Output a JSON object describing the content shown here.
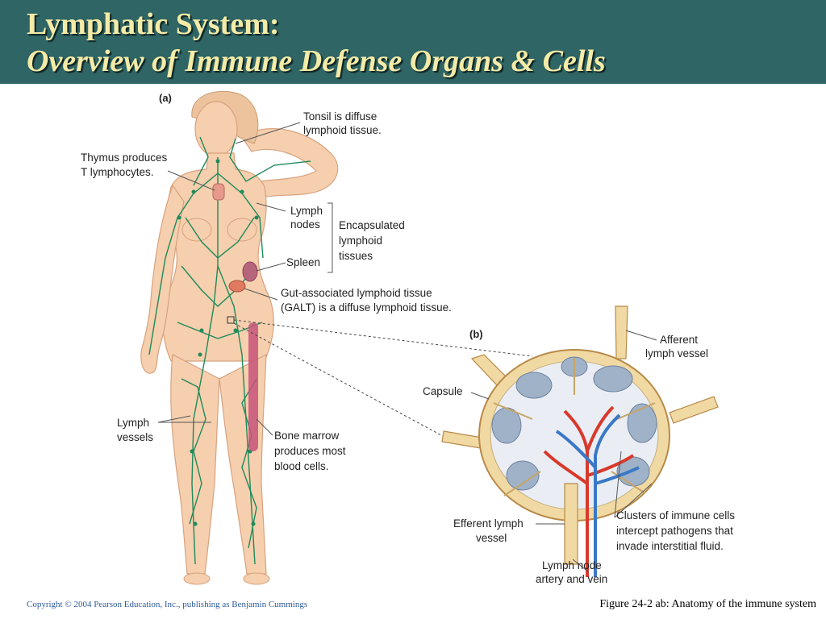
{
  "title": {
    "line1": "Lymphatic System:",
    "line2": "Overview of Immune Defense Organs & Cells"
  },
  "panel_a": {
    "letter": "(a)",
    "labels": {
      "tonsil": [
        "Tonsil is diffuse",
        "lymphoid tissue."
      ],
      "thymus": [
        "Thymus produces",
        "T lymphocytes."
      ],
      "lymph_nodes": [
        "Lymph",
        "nodes"
      ],
      "encapsulated": [
        "Encapsulated",
        "lymphoid",
        "tissues"
      ],
      "spleen": "Spleen",
      "galt": [
        "Gut-associated lymphoid tissue",
        "(GALT) is a diffuse lymphoid tissue."
      ],
      "lymph_vessels": [
        "Lymph",
        "vessels"
      ],
      "bone_marrow": [
        "Bone marrow",
        "produces most",
        "blood cells."
      ]
    }
  },
  "panel_b": {
    "letter": "(b)",
    "labels": {
      "afferent": [
        "Afferent",
        "lymph vessel"
      ],
      "capsule": "Capsule",
      "efferent": [
        "Efferent lymph",
        "vessel"
      ],
      "clusters": [
        "Clusters of immune cells",
        "intercept pathogens that",
        "invade interstitial fluid."
      ],
      "artery_vein": [
        "Lymph node",
        "artery and vein"
      ]
    }
  },
  "footer": {
    "copyright": "Copyright © 2004 Pearson Education, Inc., publishing as Benjamin Cummings",
    "caption": "Figure 24-2 ab: Anatomy of the immune system"
  },
  "colors": {
    "title_bar": "#2f6564",
    "title_text": "#f4eba8",
    "skin": "#f5cfae",
    "lymph_network": "#1f8a5a",
    "node_capsule": "#f1d9a4",
    "artery": "#d8392b",
    "vein": "#3a78c6",
    "copyright_text": "#2f5b9a"
  }
}
